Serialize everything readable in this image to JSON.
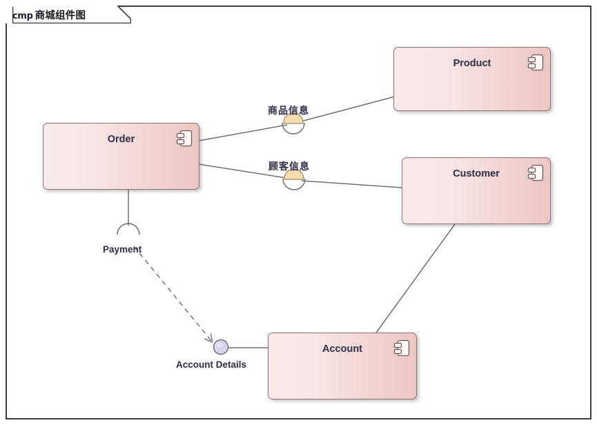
{
  "diagram": {
    "frame_keyword": "cmp",
    "frame_title": "商城组件图",
    "type": "uml-component-diagram"
  },
  "components": [
    {
      "id": "order",
      "name": "Order",
      "icon": "component-icon"
    },
    {
      "id": "product",
      "name": "Product",
      "icon": "component-icon"
    },
    {
      "id": "customer",
      "name": "Customer",
      "icon": "component-icon"
    },
    {
      "id": "account",
      "name": "Account",
      "icon": "component-icon"
    }
  ],
  "interfaces": [
    {
      "id": "product-info",
      "name": "商品信息",
      "style": "ball-and-socket"
    },
    {
      "id": "customer-info",
      "name": "顾客信息",
      "style": "ball-and-socket"
    },
    {
      "id": "payment",
      "name": "Payment",
      "style": "socket"
    },
    {
      "id": "account-details",
      "name": "Account Details",
      "style": "lollipop"
    }
  ],
  "connectors": [
    {
      "id": "order-product",
      "from": "Order",
      "to": "Product",
      "via": "商品信息",
      "line": "solid"
    },
    {
      "id": "order-customer",
      "from": "Order",
      "to": "Customer",
      "via": "顾客信息",
      "line": "solid"
    },
    {
      "id": "order-payment",
      "from": "Order",
      "to": "Payment",
      "via": "",
      "line": "solid"
    },
    {
      "id": "payment-usage",
      "from": "Payment",
      "to": "Account Details",
      "via": "",
      "line": "dashed-arrow"
    },
    {
      "id": "account-details-link",
      "from": "Account Details",
      "to": "Account",
      "via": "",
      "line": "solid"
    },
    {
      "id": "customer-account",
      "from": "Customer",
      "to": "Account",
      "via": "",
      "line": "solid"
    }
  ],
  "colors": {
    "component_fill_light": "#f8eae9",
    "component_fill_dark": "#ecc6c3",
    "component_border": "#8a7070",
    "ball_fill": "#f7dcae",
    "lollipop_fill": "#d9d2ef",
    "line": "#6f6f6f",
    "frame_border": "#3a3a3a",
    "label_text": "#2f3350"
  }
}
